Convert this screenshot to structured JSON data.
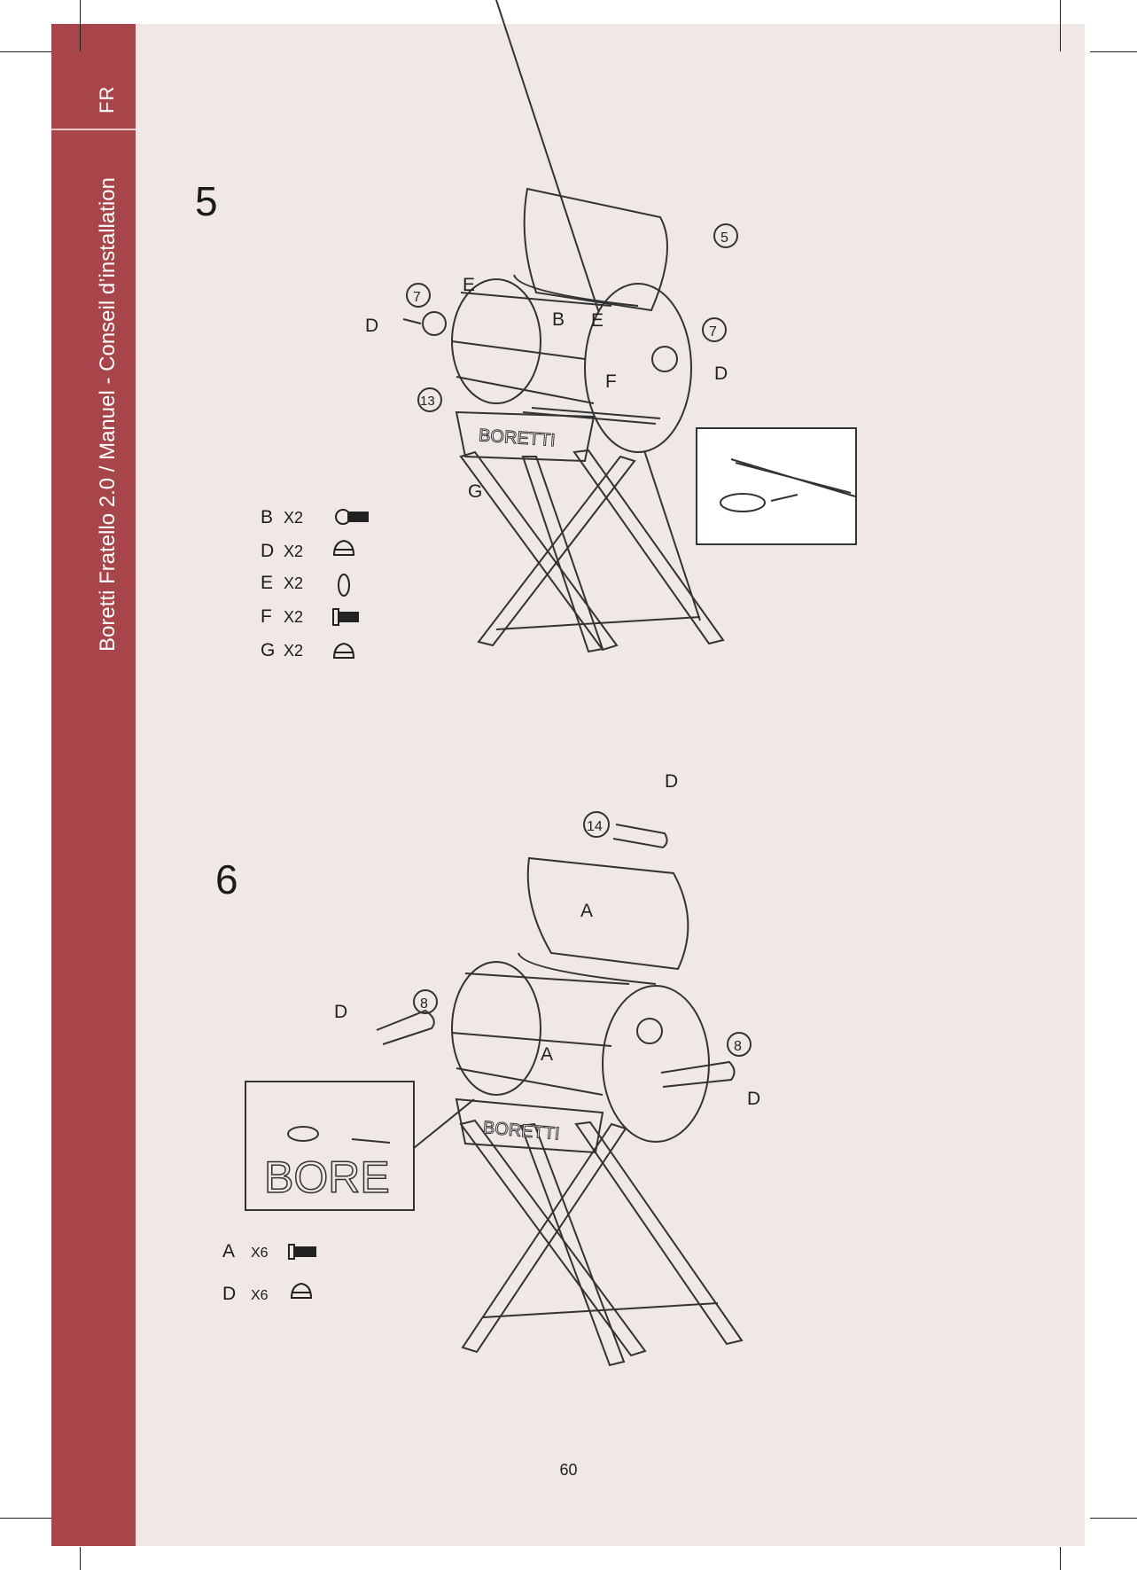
{
  "sidebar": {
    "language": "FR",
    "document_title": "Boretti Fratello 2.0  / Manuel - Conseil d’installation",
    "color": "#a8454a"
  },
  "page": {
    "background": "#efe8e4",
    "page_number": "60"
  },
  "steps": [
    {
      "number": "5",
      "brand_on_stand": "BORETTI",
      "callouts": [
        "5",
        "7",
        "7",
        "13"
      ],
      "letters": [
        "E",
        "D",
        "B",
        "E",
        "D",
        "F",
        "G"
      ],
      "parts": [
        {
          "letter": "B",
          "qty": "X2",
          "icon": "bolt-icon"
        },
        {
          "letter": "D",
          "qty": "X2",
          "icon": "cap-nut-icon"
        },
        {
          "letter": "E",
          "qty": "X2",
          "icon": "washer-icon"
        },
        {
          "letter": "F",
          "qty": "X2",
          "icon": "carriage-bolt-icon"
        },
        {
          "letter": "G",
          "qty": "X2",
          "icon": "cap-nut-icon"
        }
      ]
    },
    {
      "number": "6",
      "brand_on_stand": "BORETTI",
      "detail_text": "BORE",
      "callouts": [
        "14",
        "8",
        "8"
      ],
      "letters": [
        "D",
        "A",
        "D",
        "A",
        "D"
      ],
      "parts": [
        {
          "letter": "A",
          "qty": "X6",
          "icon": "bolt-icon"
        },
        {
          "letter": "D",
          "qty": "X6",
          "icon": "cap-nut-icon"
        }
      ]
    }
  ]
}
